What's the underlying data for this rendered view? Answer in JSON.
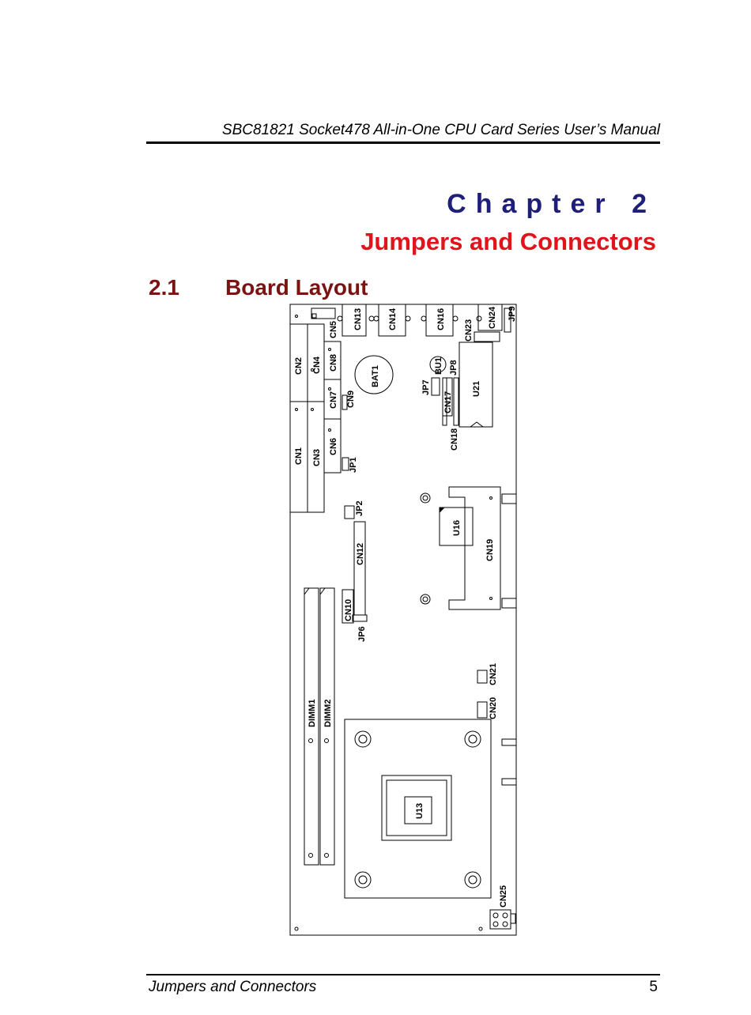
{
  "header": {
    "title": "SBC81821 Socket478 All-in-One CPU Card Series User’s Manual"
  },
  "chapter": {
    "label": "Chapter 2",
    "title": "Jumpers and Connectors"
  },
  "section": {
    "number": "2.1",
    "title": "Board Layout"
  },
  "board": {
    "labels": {
      "cn1": "CN1",
      "cn2": "CN2",
      "cn3": "CN3",
      "cn4": "CN4",
      "cn5": "CN5",
      "cn6": "CN6",
      "cn7": "CN7",
      "cn8": "CN8",
      "cn9": "CN9",
      "cn10": "CN10",
      "cn12": "CN12",
      "cn13": "CN13",
      "cn14": "CN14",
      "cn16": "CN16",
      "cn17": "CN17",
      "cn18": "CN18",
      "cn19": "CN19",
      "cn20": "CN20",
      "cn21": "CN21",
      "cn23": "CN23",
      "cn24": "CN24",
      "cn25": "CN25",
      "jp1": "JP1",
      "jp2": "JP2",
      "jp6": "JP6",
      "jp7": "JP7",
      "jp8": "JP8",
      "jp9": "JP9",
      "bat1": "BAT1",
      "bu1": "BU1",
      "u13": "U13",
      "u16": "U16",
      "u21": "U21",
      "dimm1": "DIMM1",
      "dimm2": "DIMM2"
    }
  },
  "footer": {
    "section_name": "Jumpers and Connectors",
    "page_number": "5"
  }
}
